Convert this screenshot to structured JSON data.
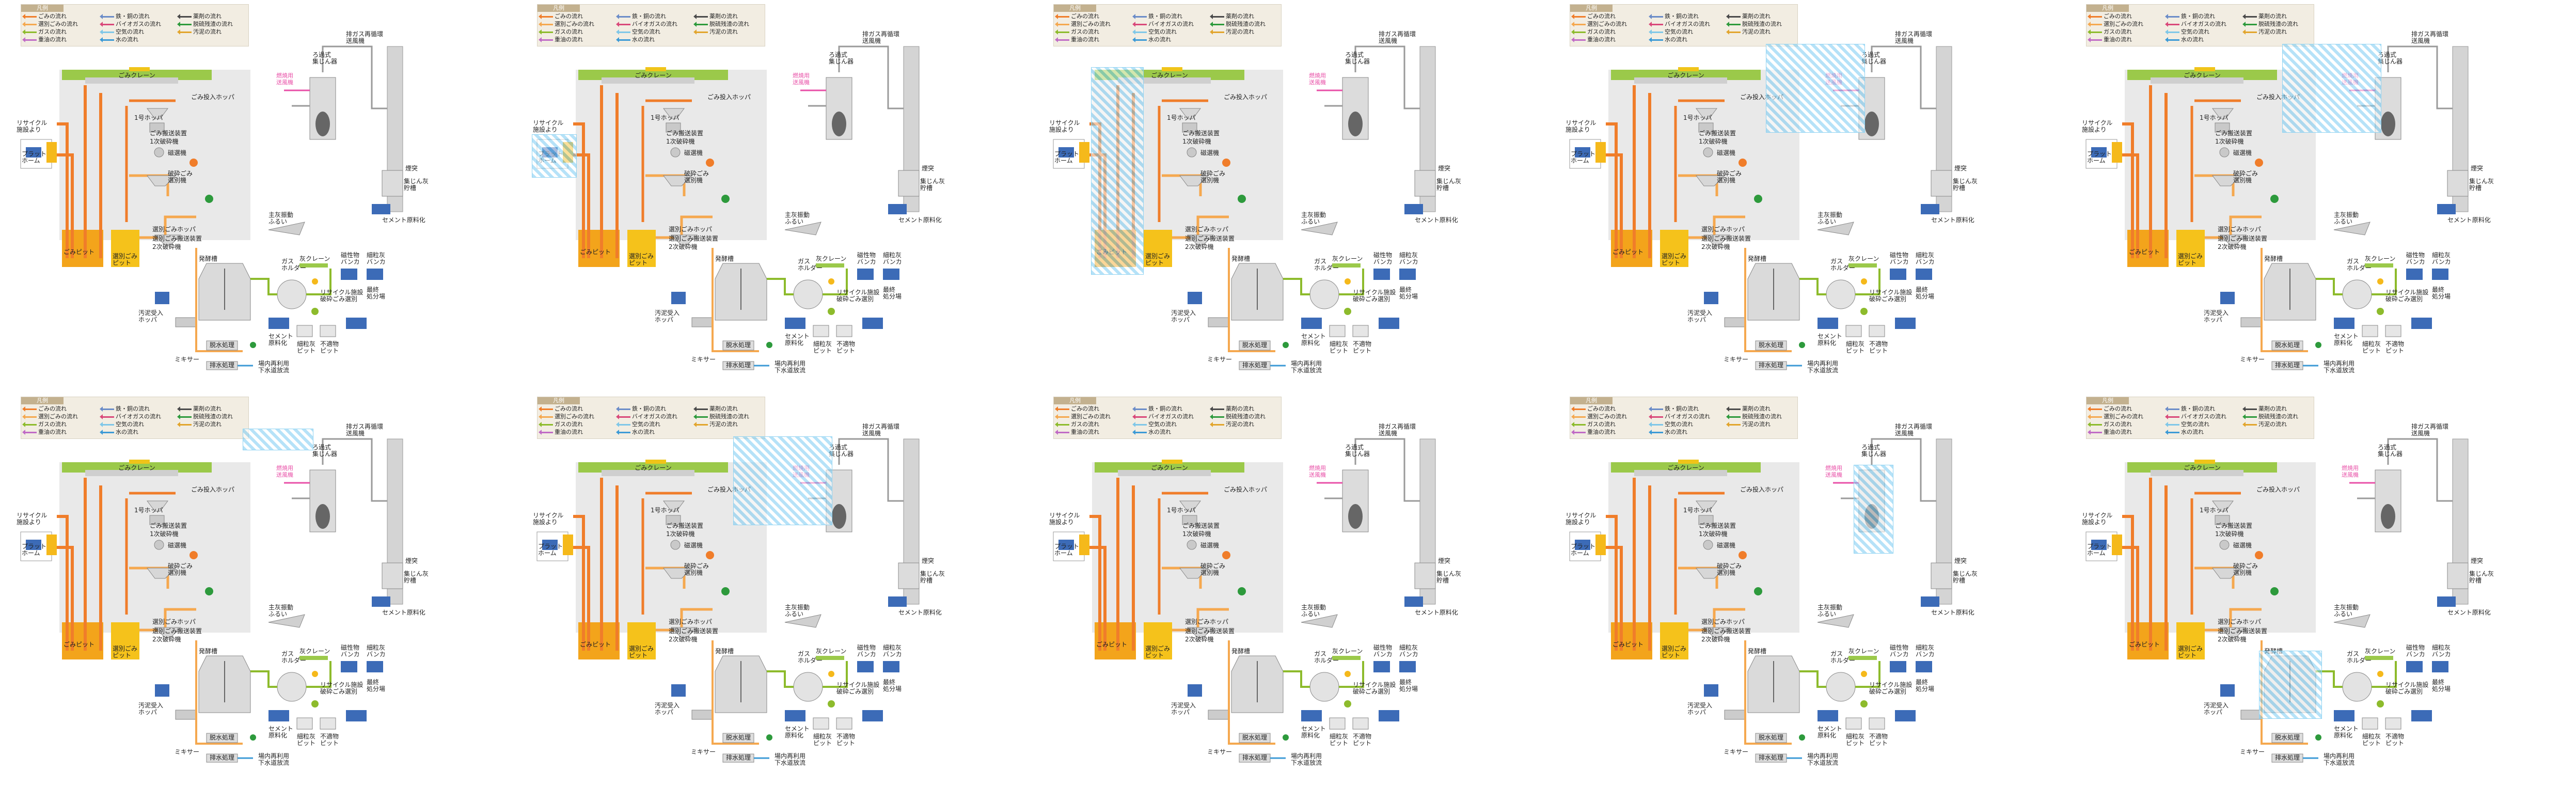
{
  "legend": {
    "title": "凡例",
    "items": [
      {
        "label": "ごみの流れ",
        "color": "#f07d2a"
      },
      {
        "label": "選別ごみの流れ",
        "color": "#f5a84f"
      },
      {
        "label": "ガスの流れ",
        "color": "#8dbb2c"
      },
      {
        "label": "重油の流れ",
        "color": "#c06bc6"
      },
      {
        "label": "鉄・銅の流れ",
        "color": "#6b8cc8"
      },
      {
        "label": "バイオガスの流れ",
        "color": "#d9487a"
      },
      {
        "label": "空気の流れ",
        "color": "#7fc7e8"
      },
      {
        "label": "水の流れ",
        "color": "#3c9ad6"
      },
      {
        "label": "薬剤の流れ",
        "color": "#4a4a4a"
      },
      {
        "label": "脱硫残渣の流れ",
        "color": "#2d9a3c"
      },
      {
        "label": "汚泥の流れ",
        "color": "#e2a52d"
      }
    ]
  },
  "labels": {
    "crane": "ごみクレーン",
    "hopper_in": "ごみ投入ホッパ",
    "recycle_from": "リサイクル\n施設より",
    "platform": "プラット\nホーム",
    "pit": "ごみピット",
    "hopper1": "1号ホッパ",
    "transport1": "ごみ搬送装置",
    "crusher1": "1次破砕機",
    "magnet": "磁選機",
    "crushed_sort": "破砕ごみ\n選別機",
    "sort_pit": "選別ごみ\nピット",
    "sorted_hopper": "選別ごみホッパ",
    "transport2": "選別ごみ搬送装置",
    "crusher2": "2次破砕機",
    "fermenter": "発酵槽",
    "gas_holder": "ガス\nホルダー",
    "sludge_hopper": "汚泥受入\nホッパ",
    "mixer": "ミキサー",
    "dewater": "脱水処理",
    "wastewater": "排水処理",
    "sewer": "場内再利用\n下水道放流",
    "bag_filter": "ろ過式\n集じん器",
    "exhaust_gas": "排ガス再循環\n送風機",
    "stack": "煙突",
    "air_in": "燃焼用\n送風機",
    "ash_hopper": "集じん灰\n貯槽",
    "cement": "セメント原料化",
    "main_ash_sieve": "主灰振動\nふるい",
    "ash_crane": "灰クレーン",
    "magnetic_bunker": "磁性物\nバンカ",
    "fine_ash_bunker": "細粒灰\nバンカ",
    "recycle_facility": "リサイクル施設\n破砕ごみ選別",
    "final_disposal": "最終\n処分場",
    "cement_raw": "セメント\n原料化",
    "fine_ash_pit": "細粒灰\nピット",
    "nonmagnetic_pit": "不適物\nピット"
  },
  "highlights": [
    {
      "panel": 1,
      "target": "platform"
    },
    {
      "panel": 2,
      "target": "pit-area"
    },
    {
      "panel": 3,
      "target": "upper-space"
    },
    {
      "panel": 4,
      "target": "upper-space"
    },
    {
      "panel": 5,
      "target": "legend-side"
    },
    {
      "panel": 6,
      "target": "upper-space"
    },
    {
      "panel": 8,
      "target": "bag-filter"
    },
    {
      "panel": 9,
      "target": "fermenter"
    }
  ]
}
